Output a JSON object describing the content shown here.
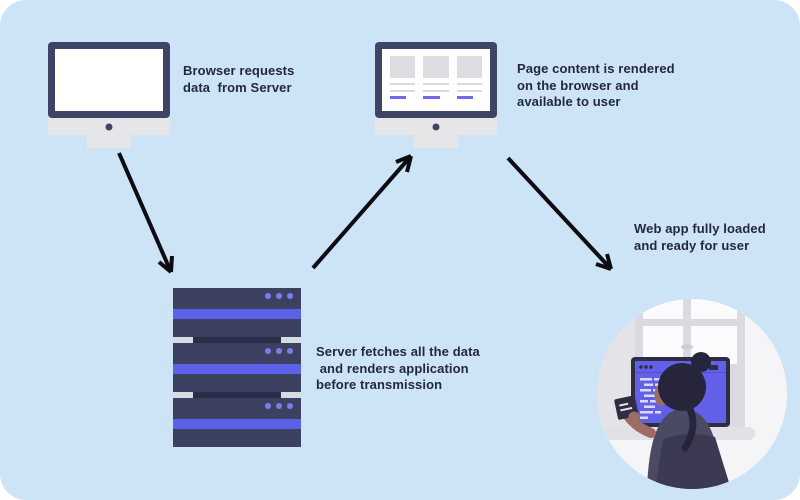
{
  "canvas": {
    "background": "#cde4f7",
    "frame": "#ffffff"
  },
  "diagram": {
    "type": "flow",
    "nodes": [
      {
        "id": "browser",
        "icon": "desktop-computer-icon",
        "label": "Browser requests\ndata  from Server"
      },
      {
        "id": "server",
        "icon": "server-stack-icon",
        "label": "Server fetches all the data\n and renders application\nbefore transmission"
      },
      {
        "id": "rendered-browser",
        "icon": "desktop-computer-wireframe-icon",
        "label": "Page content is rendered\non the browser and\navailable to user"
      },
      {
        "id": "user",
        "icon": "developer-at-desk-illustration",
        "label": "Web app fully loaded\nand ready for user"
      }
    ],
    "arrows": [
      {
        "from": "browser",
        "to": "server"
      },
      {
        "from": "server",
        "to": "rendered-browser"
      },
      {
        "from": "rendered-browser",
        "to": "user"
      }
    ]
  },
  "colors": {
    "background": "#cde4f7",
    "device_frame_navy": "#3e4465",
    "device_gray": "#e6e6e9",
    "server_body": "#3d4161",
    "server_slot": "#2b2e49",
    "accent_purple": "#5d61e9",
    "led_purple": "#7a7eec",
    "wireframe_gray": "#dcdce1",
    "wireframe_accent": "#6a6aea",
    "text": "#23283b",
    "arrow_black": "#0c0c12",
    "illustration_screen_purple": "#6260e8",
    "illustration_dark": "#2f2e41",
    "skin_tone": "#9e6c64"
  }
}
